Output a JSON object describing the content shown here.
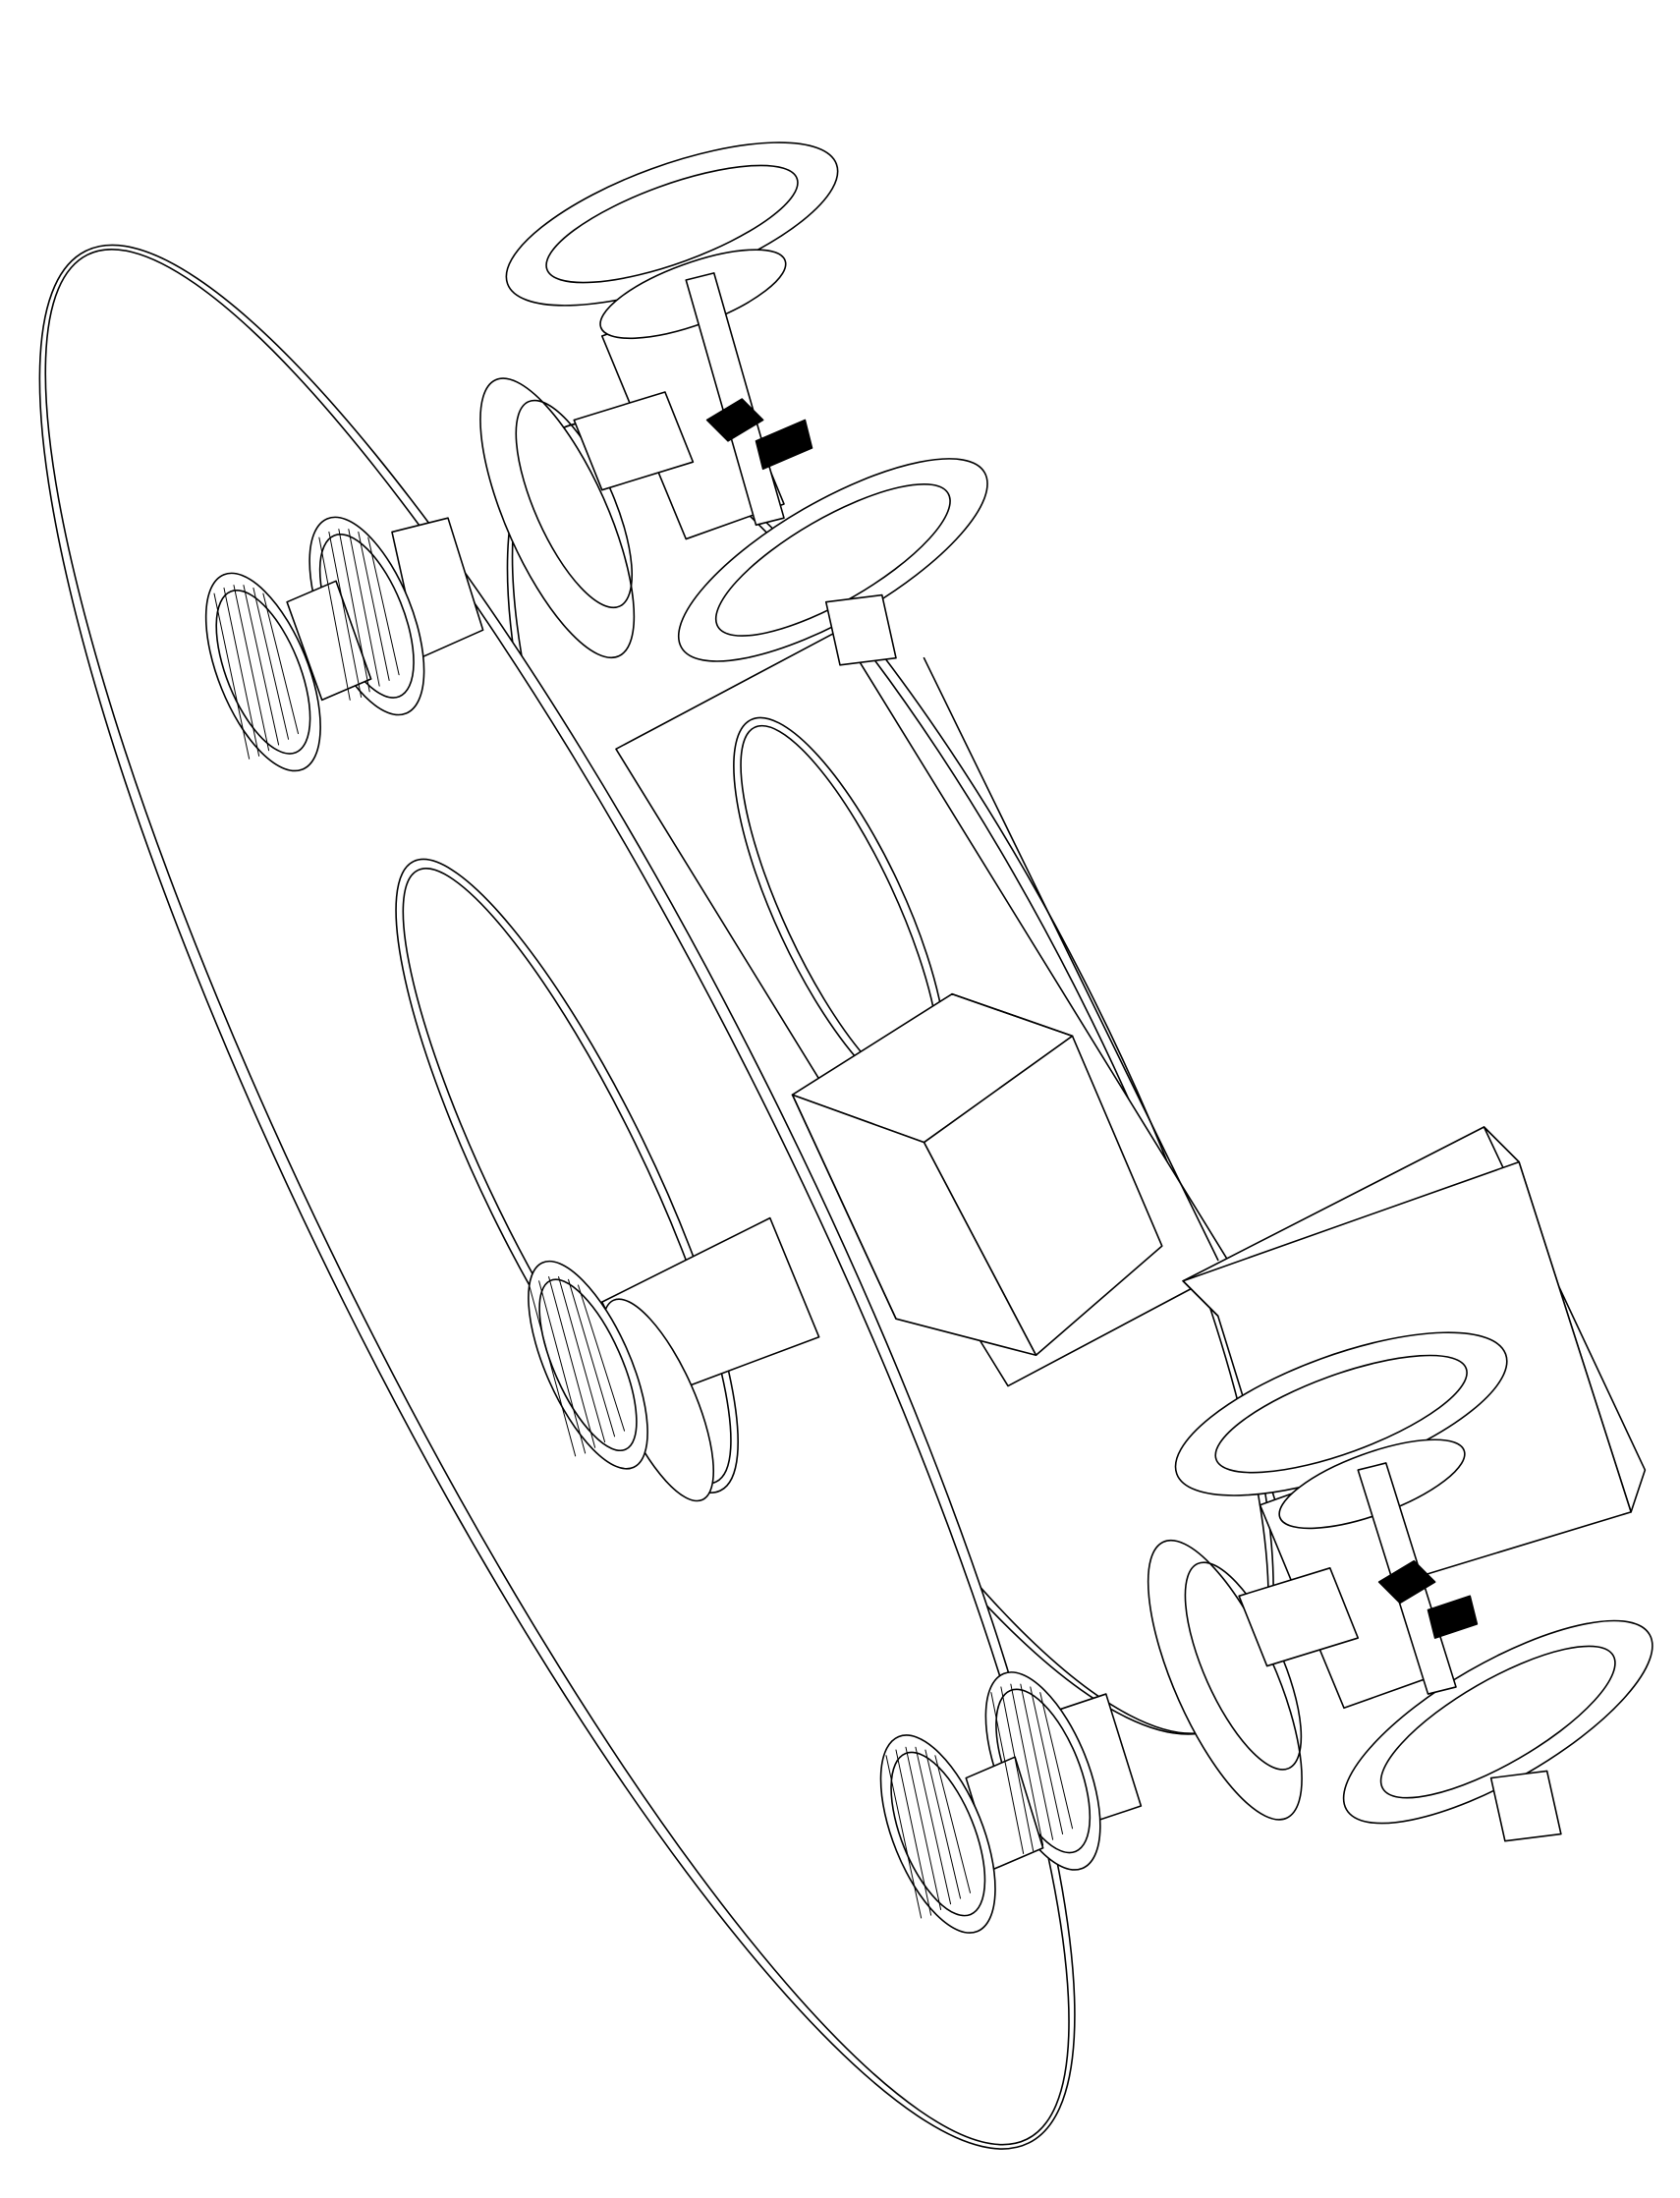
{
  "figure": {
    "kind": "isometric mechanical line drawing",
    "stroke_color": "#000000",
    "background_color": "#ffffff",
    "fill_color": "#ffffff",
    "components": {
      "large_discs": [
        "rear-large-disc",
        "front-large-disc"
      ],
      "small_discs": [
        "middle-small-disc-upper",
        "middle-small-disc-lower"
      ],
      "shafts": [
        "central-shaft"
      ],
      "boxes": [
        "upper-gearbox",
        "lower-gearbox"
      ],
      "pulleys": [
        "timing-pulley-upper-pair",
        "timing-pulley-middle",
        "timing-pulley-lower-pair"
      ],
      "flange_assemblies": [
        "upper-flange-assembly",
        "lower-flange-assembly"
      ]
    }
  }
}
